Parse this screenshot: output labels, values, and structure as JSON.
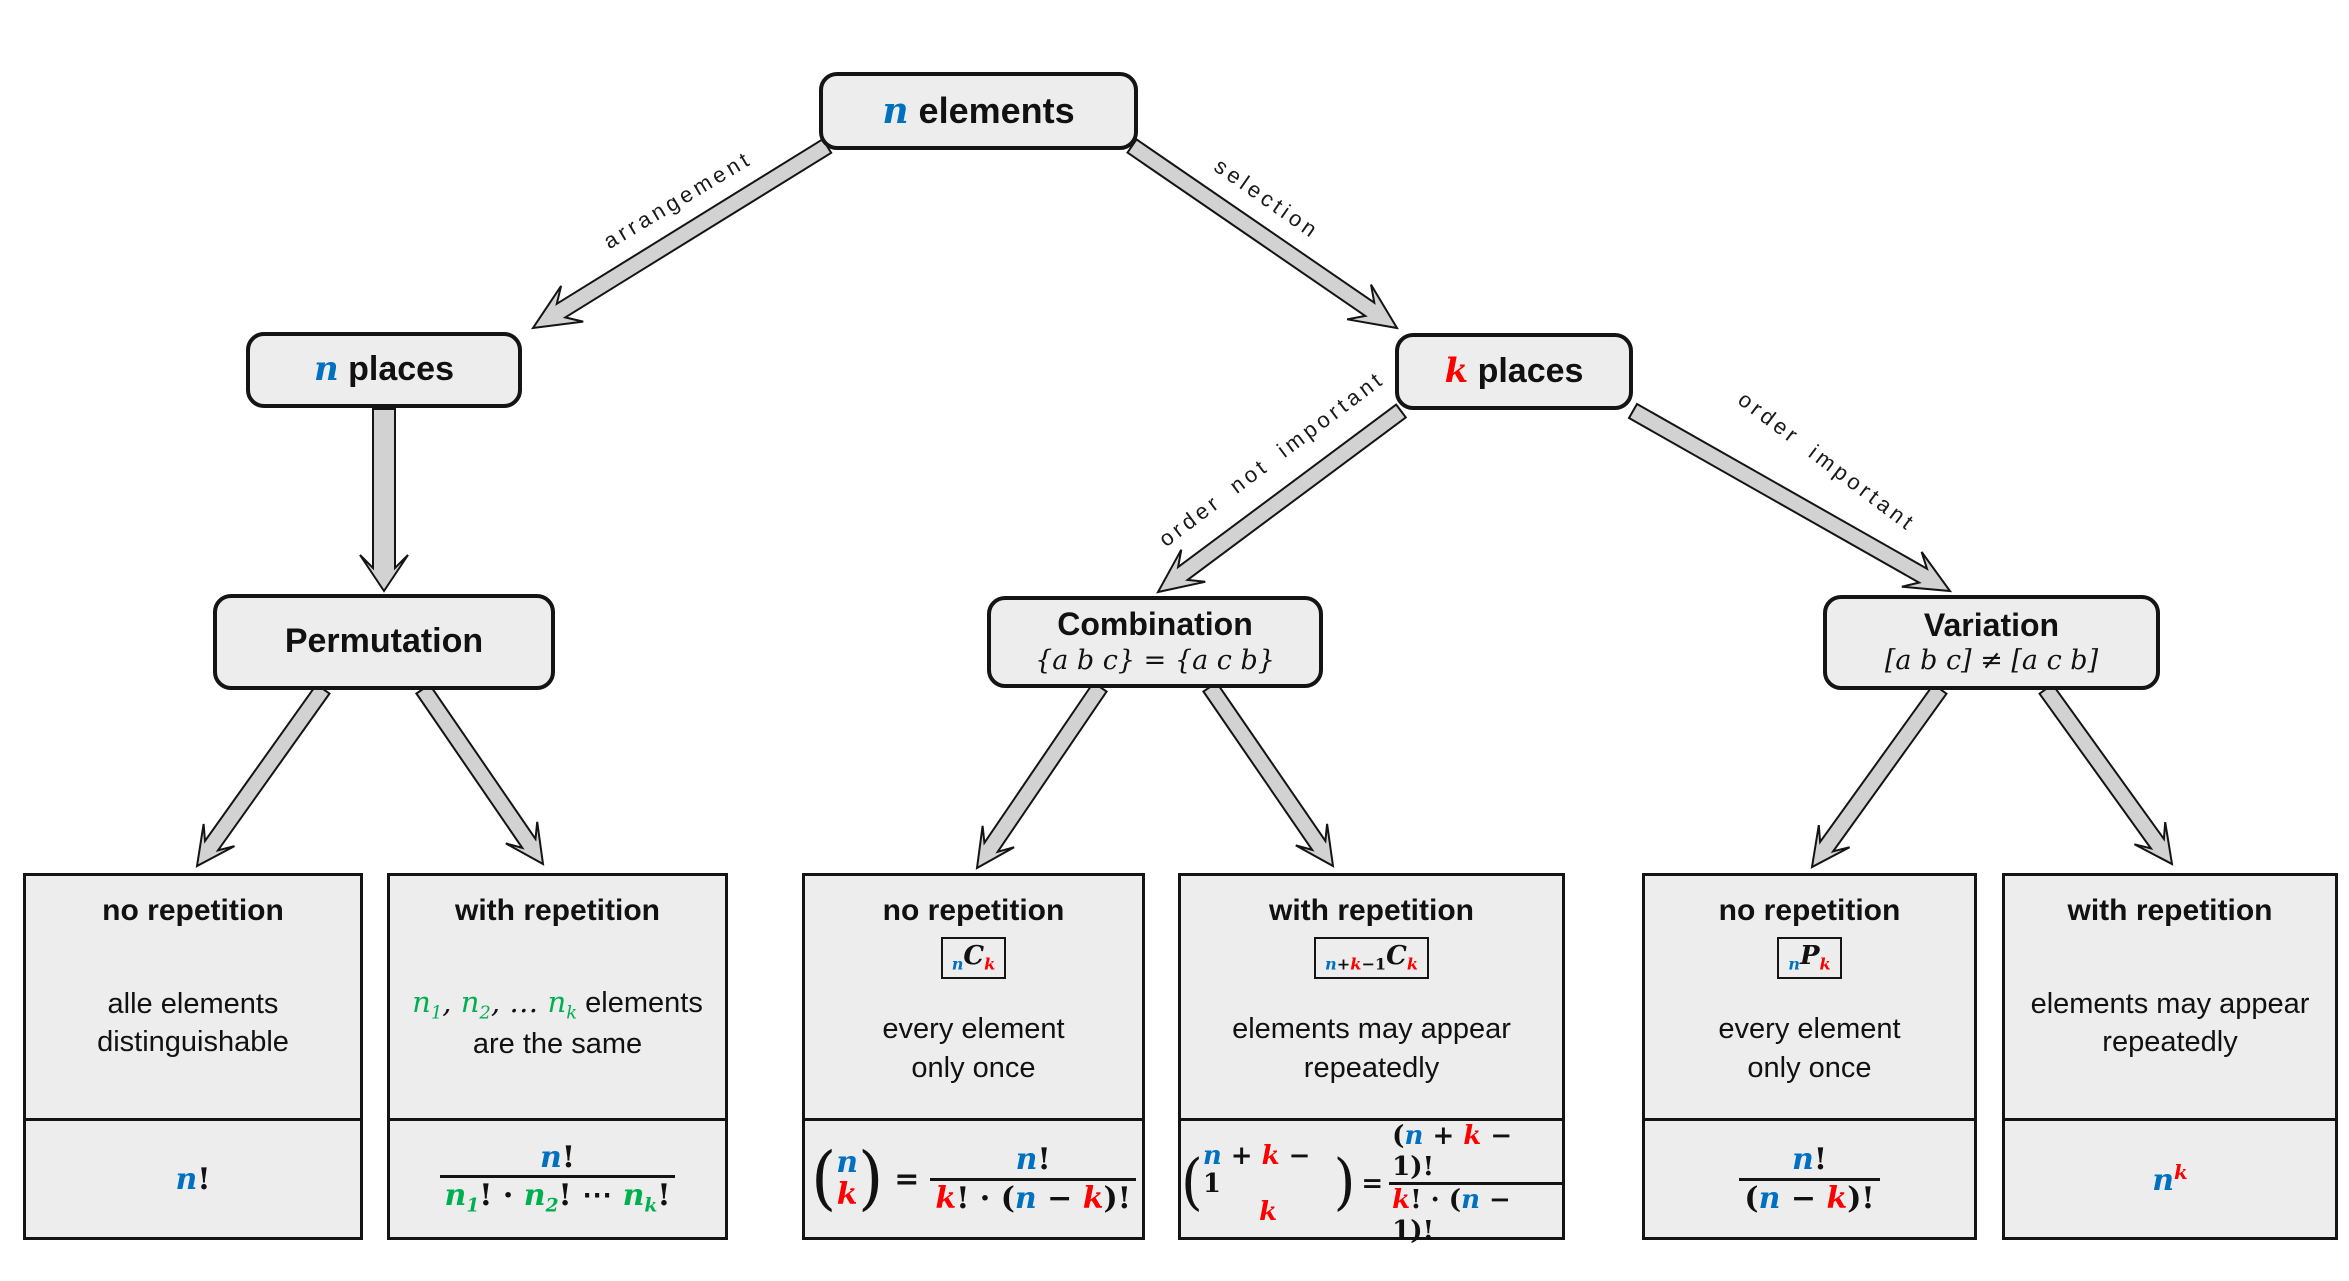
{
  "colors": {
    "blue": "#0070C0",
    "red": "#FF0000",
    "green": "#00B050",
    "box_fill": "#EDEDED",
    "arrow_fill": "#D2D2D2",
    "line": "#141414"
  },
  "nodes": {
    "root": {
      "segments": [
        {
          "t": "n",
          "c": "m b"
        },
        {
          "t": " elements"
        }
      ]
    },
    "n_places": {
      "segments": [
        {
          "t": "n",
          "c": "m b"
        },
        {
          "t": " places"
        }
      ]
    },
    "k_places": {
      "segments": [
        {
          "t": "k",
          "c": "m r"
        },
        {
          "t": " places"
        }
      ]
    },
    "permutation": {
      "title": "Permutation"
    },
    "combination": {
      "title": "Combination",
      "subtitle": "{a b c} = {a c b}"
    },
    "variation": {
      "title": "Variation",
      "subtitle": "[a b c] ≠ [a c b]"
    }
  },
  "edges": {
    "arrangement": "arrangement",
    "selection": "selection",
    "order_not_important": "order not important",
    "order_important": "order important"
  },
  "leaves": [
    {
      "title": "no repetition",
      "desc1": "alle elements",
      "desc2": "distinguishable",
      "formula_plain": [
        {
          "t": "n",
          "c": "m b"
        },
        {
          "t": "!"
        }
      ]
    },
    {
      "title": "with repetition",
      "desc1_segments": [
        {
          "t": "n",
          "c": "m g"
        },
        {
          "t": "1",
          "c": "m g sub"
        },
        {
          "t": ", ",
          "c": "m"
        },
        {
          "t": "n",
          "c": "m g"
        },
        {
          "t": "2",
          "c": "m g sub"
        },
        {
          "t": ", … ",
          "c": "m"
        },
        {
          "t": "n",
          "c": "m g"
        },
        {
          "t": "k",
          "c": "m g sub"
        },
        {
          "t": " elements"
        }
      ],
      "desc2": "are the same",
      "frac_num": [
        {
          "t": "n",
          "c": "m b"
        },
        {
          "t": "!"
        }
      ],
      "frac_den": [
        {
          "t": "n",
          "c": "m g"
        },
        {
          "t": "1",
          "c": "m g sub"
        },
        {
          "t": "! · "
        },
        {
          "t": "n",
          "c": "m g"
        },
        {
          "t": "2",
          "c": "m g sub"
        },
        {
          "t": "! ⋯ "
        },
        {
          "t": "n",
          "c": "m g"
        },
        {
          "t": "k",
          "c": "m g sub"
        },
        {
          "t": "!"
        }
      ]
    },
    {
      "title": "no repetition",
      "badge": [
        {
          "t": "n",
          "c": "m b sub"
        },
        {
          "t": "C",
          "c": "m"
        },
        {
          "t": "k",
          "c": "m r sub"
        }
      ],
      "desc1": "every element",
      "desc2": "only once",
      "lp": "(",
      "rp": ")",
      "eq": "=",
      "binom_top": [
        {
          "t": "n",
          "c": "m b"
        }
      ],
      "binom_bot": [
        {
          "t": "k",
          "c": "m r"
        }
      ],
      "frac_num": [
        {
          "t": "n",
          "c": "m b"
        },
        {
          "t": "!"
        }
      ],
      "frac_den": [
        {
          "t": "k",
          "c": "m r"
        },
        {
          "t": "! · ("
        },
        {
          "t": "n",
          "c": "m b"
        },
        {
          "t": " − "
        },
        {
          "t": "k",
          "c": "m r"
        },
        {
          "t": ")!"
        }
      ]
    },
    {
      "title": "with repetition",
      "badge": [
        {
          "t": "n",
          "c": "m b sub"
        },
        {
          "t": "+",
          "c": "sub"
        },
        {
          "t": "k",
          "c": "m r sub"
        },
        {
          "t": "−1",
          "c": "sub"
        },
        {
          "t": "C",
          "c": "m"
        },
        {
          "t": "k",
          "c": "m r sub"
        }
      ],
      "desc1": "elements may appear",
      "desc2": "repeatedly",
      "lp": "(",
      "rp": ")",
      "eq": "=",
      "binom_top": [
        {
          "t": "n",
          "c": "m b"
        },
        {
          "t": " + "
        },
        {
          "t": "k",
          "c": "m r"
        },
        {
          "t": " − 1"
        }
      ],
      "binom_bot": [
        {
          "t": "k",
          "c": "m r"
        }
      ],
      "frac_num": [
        {
          "t": "("
        },
        {
          "t": "n",
          "c": "m b"
        },
        {
          "t": " + "
        },
        {
          "t": "k",
          "c": "m r"
        },
        {
          "t": " − 1)!"
        }
      ],
      "frac_den": [
        {
          "t": "k",
          "c": "m r"
        },
        {
          "t": "! · ("
        },
        {
          "t": "n",
          "c": "m b"
        },
        {
          "t": " − 1)!"
        }
      ]
    },
    {
      "title": "no repetition",
      "badge": [
        {
          "t": "n",
          "c": "m b sub"
        },
        {
          "t": "P",
          "c": "m"
        },
        {
          "t": "k",
          "c": "m r sub"
        }
      ],
      "desc1": "every element",
      "desc2": "only once",
      "frac_num": [
        {
          "t": "n",
          "c": "m b"
        },
        {
          "t": "!"
        }
      ],
      "frac_den": [
        {
          "t": "("
        },
        {
          "t": "n",
          "c": "m b"
        },
        {
          "t": " − "
        },
        {
          "t": "k",
          "c": "m r"
        },
        {
          "t": ")!"
        }
      ]
    },
    {
      "title": "with repetition",
      "desc1": "elements may appear",
      "desc2": "repeatedly",
      "formula_plain": [
        {
          "t": "n",
          "c": "m b"
        },
        {
          "t": "k",
          "c": "m r sup"
        }
      ]
    }
  ]
}
